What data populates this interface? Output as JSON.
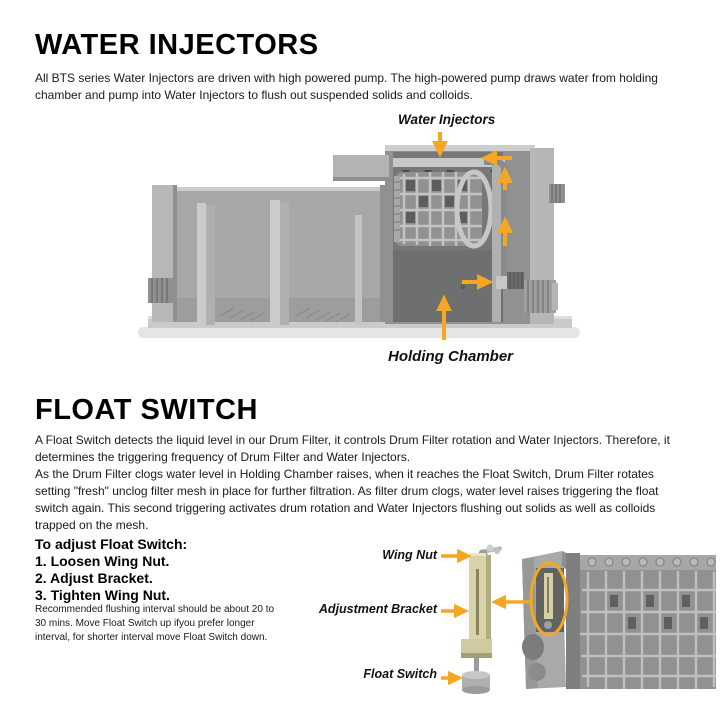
{
  "colors": {
    "background": "#ffffff",
    "text": "#1a1a1a",
    "annotation_arrow": "#F5A623",
    "bracket_beige": "#d9d3a9",
    "machine_gray": "#a6a9a8"
  },
  "sections": {
    "water_injectors": {
      "title": "WATER INJECTORS",
      "body": "All BTS series Water Injectors are driven with high powered pump. The high-powered pump draws water from holding chamber and pump into Water Injectors to flush out suspended solids and colloids.",
      "figure_labels": {
        "water_injectors": "Water Injectors",
        "holding_chamber": "Holding Chamber"
      }
    },
    "float_switch": {
      "title": "FLOAT SWITCH",
      "body1": "A Float Switch detects the liquid level in our Drum Filter, it controls Drum Filter rotation and Water Injectors.  Therefore, it determines the triggering frequency of Drum Filter and Water Injectors.",
      "body2": "As the Drum Filter clogs water level in Holding Chamber raises, when it reaches the Float Switch, Drum Filter rotates setting \"fresh\" unclog filter mesh in place for further filtration.  As filter drum clogs, water level raises triggering the float switch again. This second triggering activates drum rotation and Water Injectors flushing out solids as well as colloids trapped on the mesh.",
      "adjust": [
        "To adjust Float Switch:",
        "1. Loosen Wing Nut.",
        "2. Adjust Bracket.",
        "3. Tighten Wing Nut."
      ],
      "note": "Recommended flushing interval should be about 20 to 30 mins. Move Float Switch up ifyou prefer longer interval, for shorter interval move Float Switch down.",
      "figure_labels": {
        "wing_nut": "Wing Nut",
        "adjustment_bracket": "Adjustment Bracket",
        "float_switch": "Float Switch"
      }
    }
  }
}
